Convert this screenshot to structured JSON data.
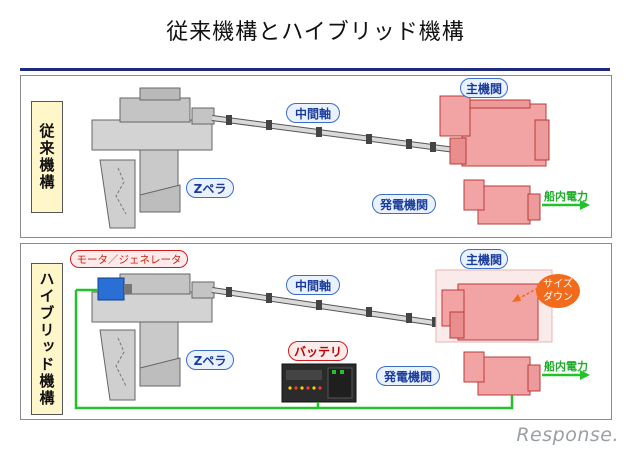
{
  "title": "従来機構とハイブリッド機構",
  "panels": {
    "conventional": {
      "label": "従来機構",
      "shaft": "中間軸",
      "main_engine": "主機関",
      "zpeller": "Zペラ",
      "generator": "発電機関",
      "onboard_power": "船内電力"
    },
    "hybrid": {
      "label": "ハイブリッド機構",
      "motor_generator": "モータ／ジェネレータ",
      "shaft": "中間軸",
      "main_engine": "主機関",
      "size_down": [
        "サイズ",
        "ダウン"
      ],
      "zpeller": "Zペラ",
      "battery": "バッテリ",
      "generator": "発電機関",
      "onboard_power": "船内電力"
    }
  },
  "watermark": "Response.",
  "colors": {
    "engine": "#f2a3a3",
    "engine_stroke": "#b93b3b",
    "power_line": "#22c22a",
    "rule": "#1f2a7a",
    "motor": "#2a6fd6"
  }
}
